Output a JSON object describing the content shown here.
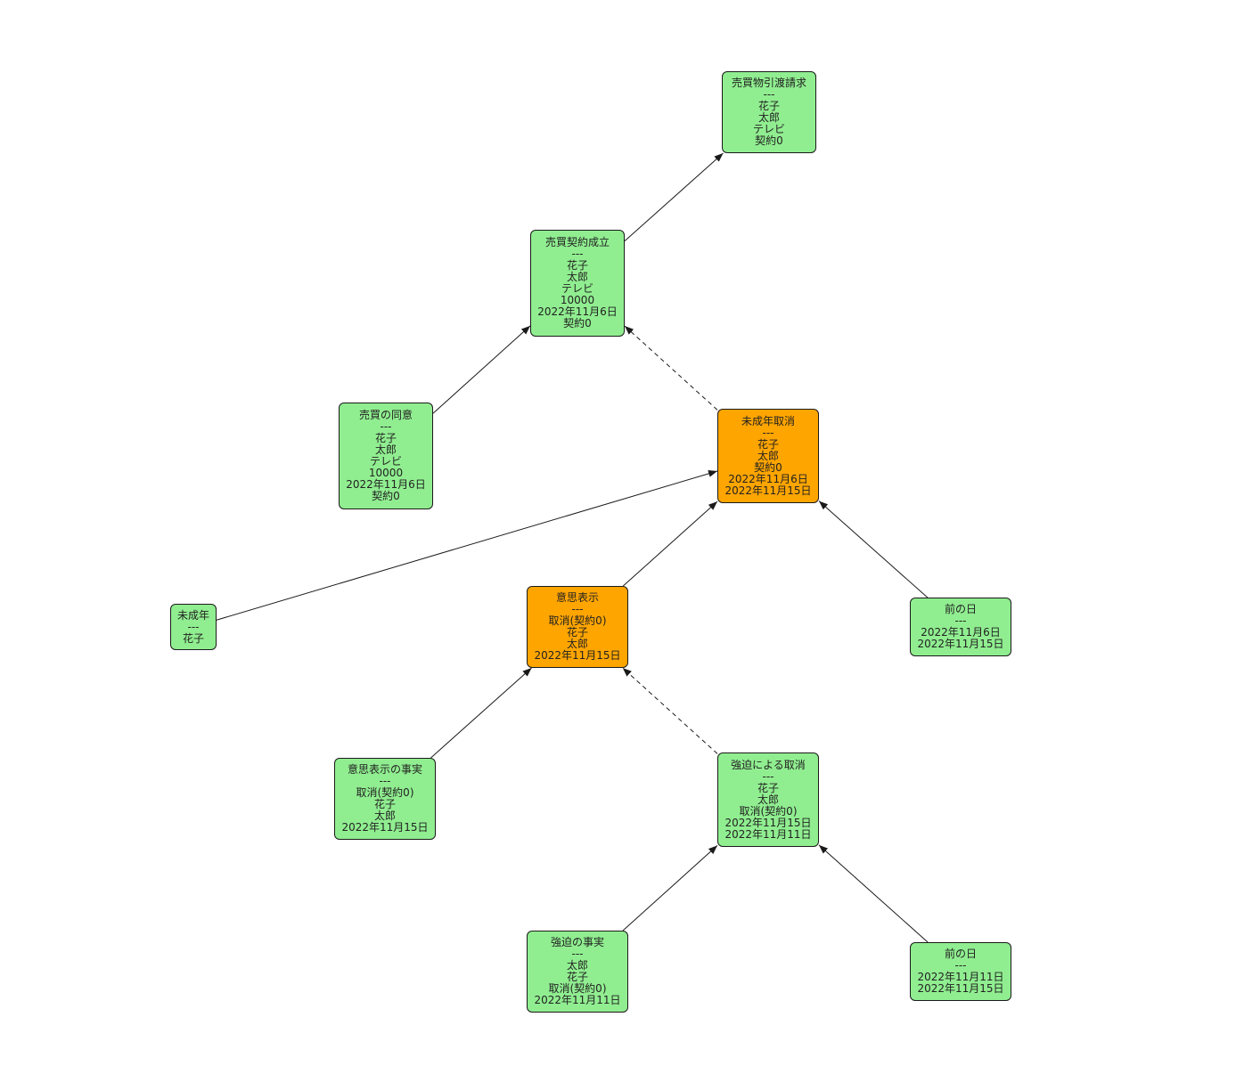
{
  "colors": {
    "green": "#90ee90",
    "orange": "#ffa500",
    "edge": "#1a1a1a"
  },
  "nodes": [
    {
      "id": "sale-delivery-claim",
      "color": "green",
      "lines": [
        "売買物引渡請求",
        "---",
        "花子",
        "太郎",
        "テレビ",
        "契約0"
      ]
    },
    {
      "id": "sale-contract-formed",
      "color": "green",
      "lines": [
        "売買契約成立",
        "---",
        "花子",
        "太郎",
        "テレビ",
        "10000",
        "2022年11月6日",
        "契約0"
      ]
    },
    {
      "id": "sale-agreement",
      "color": "green",
      "lines": [
        "売買の同意",
        "---",
        "花子",
        "太郎",
        "テレビ",
        "10000",
        "2022年11月6日",
        "契約0"
      ]
    },
    {
      "id": "minor-rescission",
      "color": "orange",
      "lines": [
        "未成年取消",
        "---",
        "花子",
        "太郎",
        "契約0",
        "2022年11月6日",
        "2022年11月15日"
      ]
    },
    {
      "id": "minor",
      "color": "green",
      "lines": [
        "未成年",
        "---",
        "花子"
      ]
    },
    {
      "id": "declaration-of-intent",
      "color": "orange",
      "lines": [
        "意思表示",
        "---",
        "取消(契約0)",
        "花子",
        "太郎",
        "2022年11月15日"
      ]
    },
    {
      "id": "before-date-1",
      "color": "green",
      "lines": [
        "前の日",
        "---",
        "2022年11月6日",
        "2022年11月15日"
      ]
    },
    {
      "id": "declaration-fact",
      "color": "green",
      "lines": [
        "意思表示の事実",
        "---",
        "取消(契約0)",
        "花子",
        "太郎",
        "2022年11月15日"
      ]
    },
    {
      "id": "duress-rescission",
      "color": "green",
      "lines": [
        "強迫による取消",
        "---",
        "花子",
        "太郎",
        "取消(契約0)",
        "2022年11月15日",
        "2022年11月11日"
      ]
    },
    {
      "id": "duress-fact",
      "color": "green",
      "lines": [
        "強迫の事実",
        "---",
        "太郎",
        "花子",
        "取消(契約0)",
        "2022年11月11日"
      ]
    },
    {
      "id": "before-date-2",
      "color": "green",
      "lines": [
        "前の日",
        "---",
        "2022年11月11日",
        "2022年11月15日"
      ]
    }
  ],
  "edges": [
    {
      "from": "sale-contract-formed",
      "to": "sale-delivery-claim",
      "style": "solid"
    },
    {
      "from": "sale-agreement",
      "to": "sale-contract-formed",
      "style": "solid"
    },
    {
      "from": "minor-rescission",
      "to": "sale-contract-formed",
      "style": "dashed"
    },
    {
      "from": "minor",
      "to": "minor-rescission",
      "style": "solid"
    },
    {
      "from": "declaration-of-intent",
      "to": "minor-rescission",
      "style": "solid"
    },
    {
      "from": "before-date-1",
      "to": "minor-rescission",
      "style": "solid"
    },
    {
      "from": "declaration-fact",
      "to": "declaration-of-intent",
      "style": "solid"
    },
    {
      "from": "duress-rescission",
      "to": "declaration-of-intent",
      "style": "dashed"
    },
    {
      "from": "duress-fact",
      "to": "duress-rescission",
      "style": "solid"
    },
    {
      "from": "before-date-2",
      "to": "duress-rescission",
      "style": "solid"
    }
  ]
}
